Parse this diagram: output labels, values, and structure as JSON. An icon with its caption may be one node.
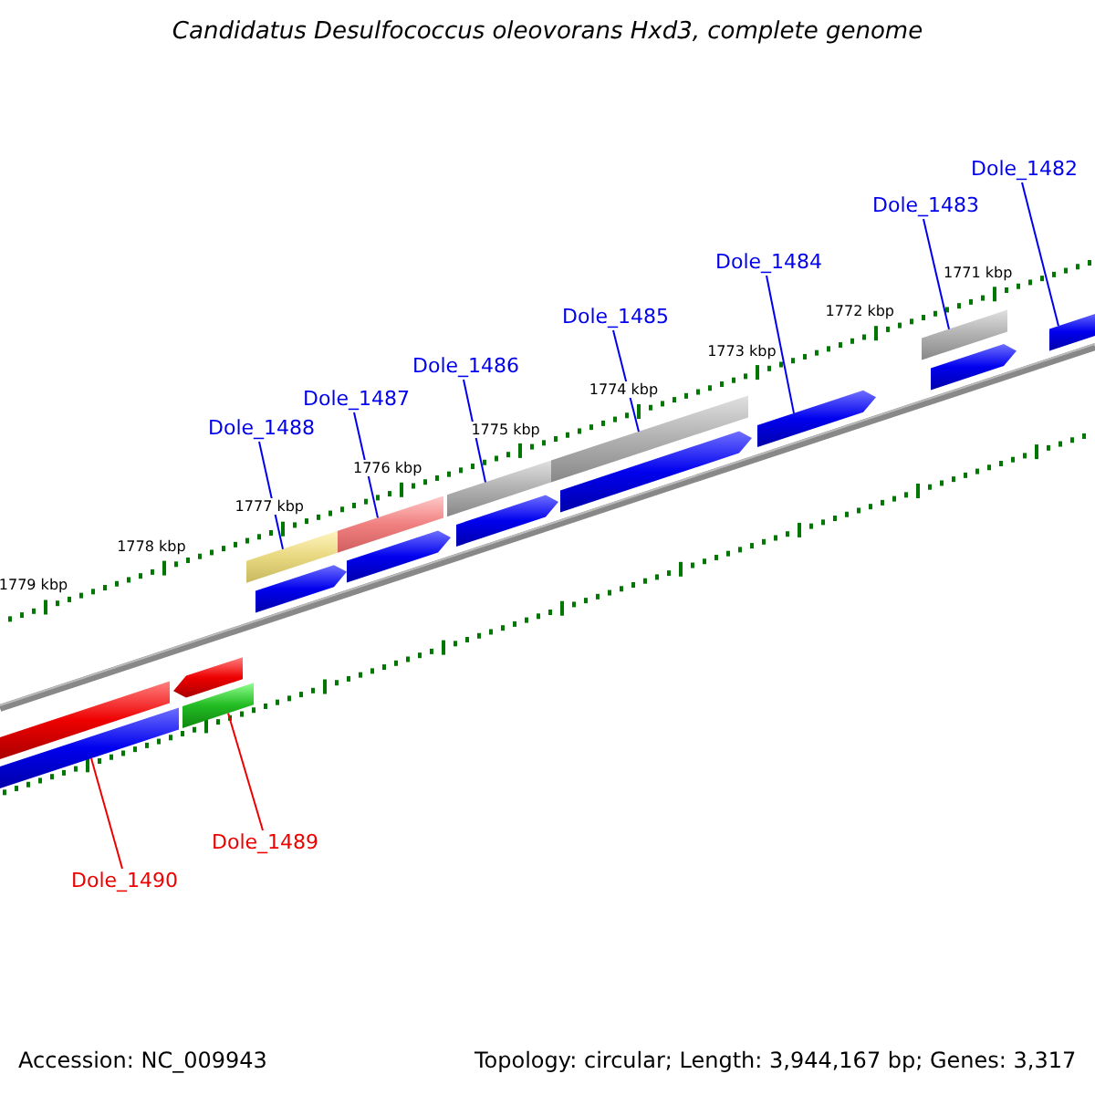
{
  "diagram": {
    "title": "Candidatus Desulfococcus oleovorans Hxd3, complete genome",
    "nodes": [
      {
        "text": [
          "Dole_1482"
        ]
      },
      {
        "text": [
          "Dole_1483"
        ]
      },
      {
        "text": [
          "Dole_1484"
        ]
      },
      {
        "text": [
          "Dole_1485"
        ]
      },
      {
        "text": [
          "Dole_1486"
        ]
      },
      {
        "text": [
          "Dole_1487"
        ]
      },
      {
        "text": [
          "Dole_1488"
        ]
      },
      {
        "text": [
          "Dole_1489"
        ]
      },
      {
        "text": [
          "Dole_1490"
        ]
      },
      {
        "text": [],
        "shape": "bar"
      },
      {
        "text": [],
        "shape": "bar"
      },
      {
        "text": [],
        "shape": "bar"
      },
      {
        "text": [],
        "shape": "bar"
      },
      {
        "text": [],
        "shape": "bar"
      },
      {
        "text": [],
        "shape": "bar"
      },
      {
        "text": [],
        "shape": "bar"
      },
      {
        "text": [],
        "shape": "bar"
      },
      {
        "text": [],
        "shape": "bar"
      },
      {
        "text": [],
        "shape": "bar"
      },
      {
        "text": [],
        "shape": "bar"
      },
      {
        "text": [],
        "shape": "bar"
      },
      {
        "text": [],
        "shape": "bar"
      },
      {
        "text": [],
        "shape": "bar"
      },
      {
        "text": [],
        "shape": "bar"
      },
      {
        "text": [],
        "shape": "bar"
      }
    ],
    "edges": [
      {
        "from": 0,
        "to": 9,
        "arrow": "none"
      },
      {
        "from": 1,
        "to": 10,
        "arrow": "none"
      },
      {
        "from": 2,
        "to": 11,
        "arrow": "none"
      },
      {
        "from": 3,
        "to": 12,
        "arrow": "none"
      },
      {
        "from": 4,
        "to": 13,
        "arrow": "none"
      },
      {
        "from": 5,
        "to": 14,
        "arrow": "none"
      },
      {
        "from": 6,
        "to": 15,
        "arrow": "none"
      },
      {
        "from": 7,
        "to": 16,
        "arrow": "none",
        "color": "#ee0000"
      },
      {
        "from": 8,
        "to": 17,
        "arrow": "none",
        "color": "#ee0000"
      }
    ],
    "labels": [
      "1771 kbp",
      "1772 kbp",
      "1773 kbp",
      "1774 kbp",
      "1775 kbp",
      "1776 kbp",
      "1777 kbp",
      "1778 kbp",
      "1779 kbp",
      "Accession: NC_009943",
      "Topology: circular; Length: 3,944,167 bp; Genes: 3,317"
    ]
  }
}
